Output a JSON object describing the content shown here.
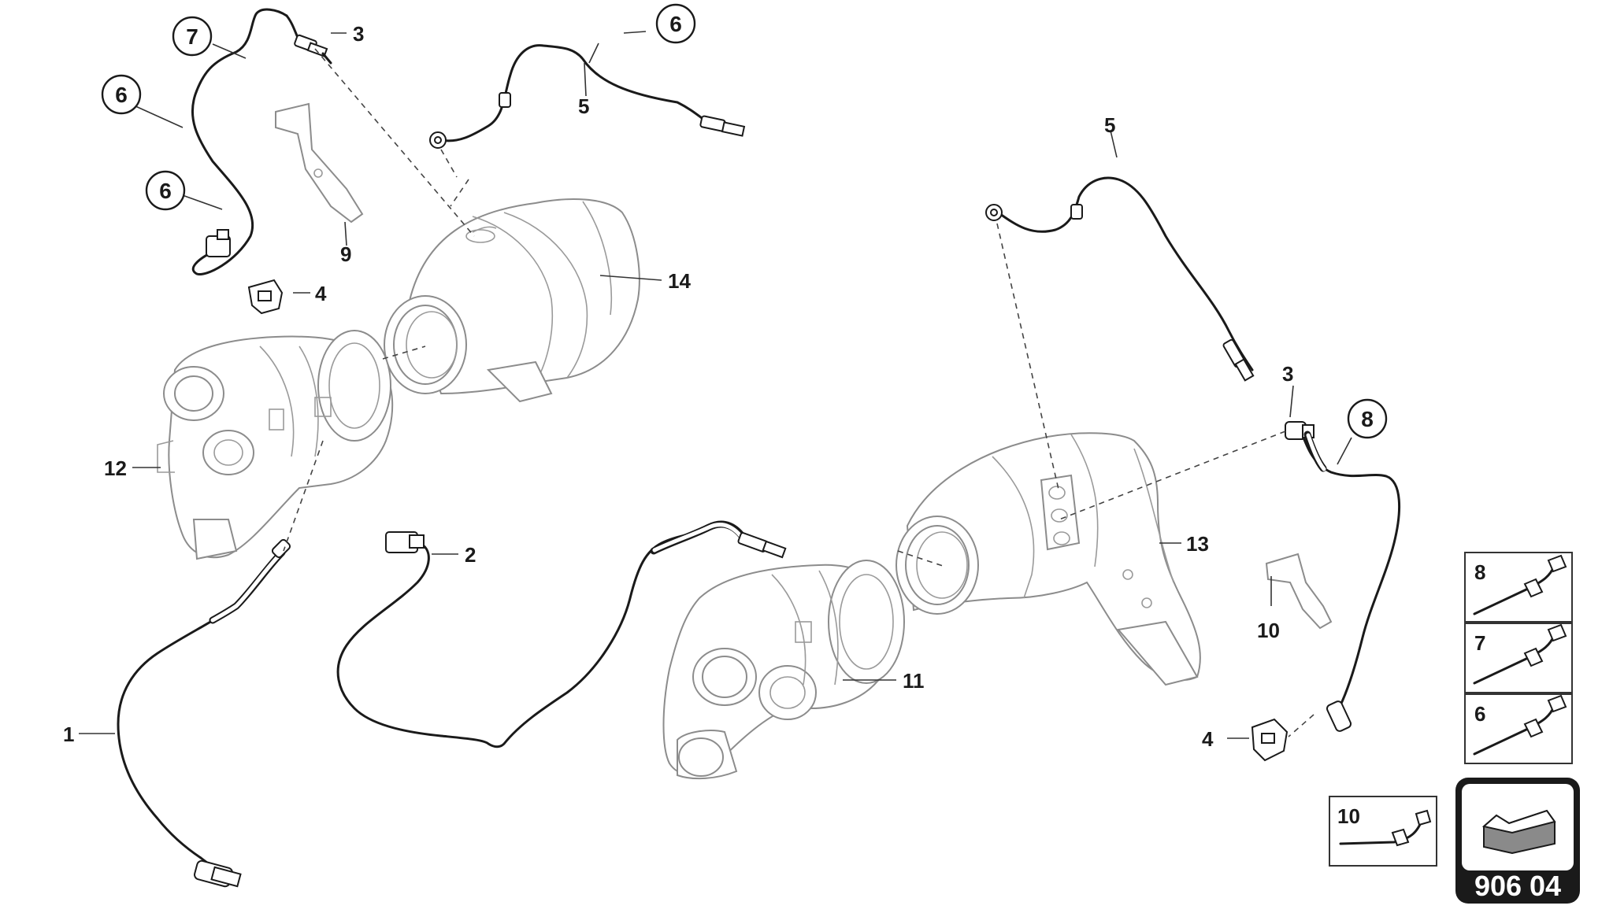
{
  "labels": {
    "one": "1",
    "two": "2",
    "three": "3",
    "four": "4",
    "five": "5",
    "six": "6",
    "seven": "7",
    "eight": "8",
    "nine": "9",
    "ten": "10",
    "eleven": "11",
    "twelve": "12",
    "thirteen": "13",
    "fourteen": "14"
  },
  "reference_code": "906 04"
}
